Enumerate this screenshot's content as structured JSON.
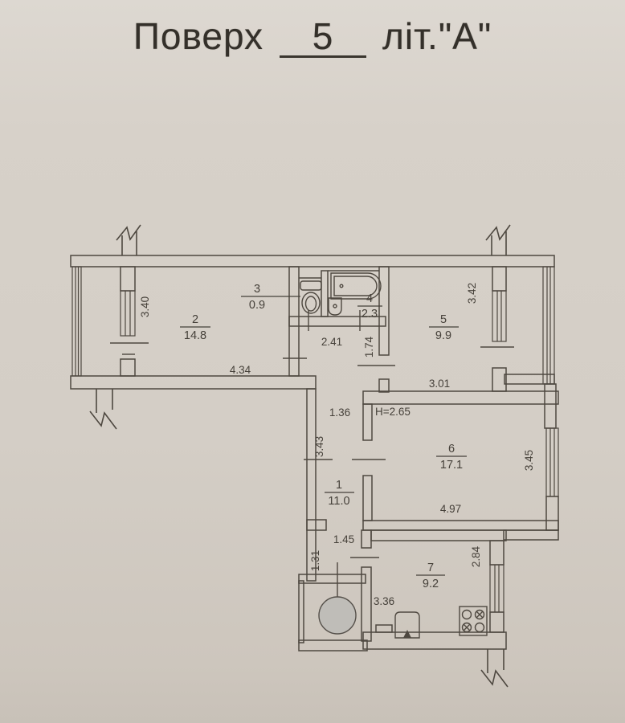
{
  "title": {
    "word_floor": "Поверх",
    "floor_number": "5",
    "liter": "літ.\"А\""
  },
  "plan": {
    "height_note": "Н=2.65",
    "rooms": [
      {
        "id": "1",
        "area": "11.0"
      },
      {
        "id": "2",
        "area": "14.8"
      },
      {
        "id": "3",
        "area": "0.9"
      },
      {
        "id": "4",
        "area": "2.3"
      },
      {
        "id": "5",
        "area": "9.9"
      },
      {
        "id": "6",
        "area": "17.1"
      },
      {
        "id": "7",
        "area": "9.2"
      }
    ],
    "dimensions": {
      "d_3_40": "3.40",
      "d_4_34": "4.34",
      "d_2_41": "2.41",
      "d_1_74": "1.74",
      "d_3_01": "3.01",
      "d_3_42": "3.42",
      "d_1_36": "1.36",
      "d_3_43": "3.43",
      "d_4_97": "4.97",
      "d_3_45": "3.45",
      "d_1_45": "1.45",
      "d_1_31": "1.31",
      "d_2_84": "2.84",
      "d_3_36": "3.36"
    }
  }
}
